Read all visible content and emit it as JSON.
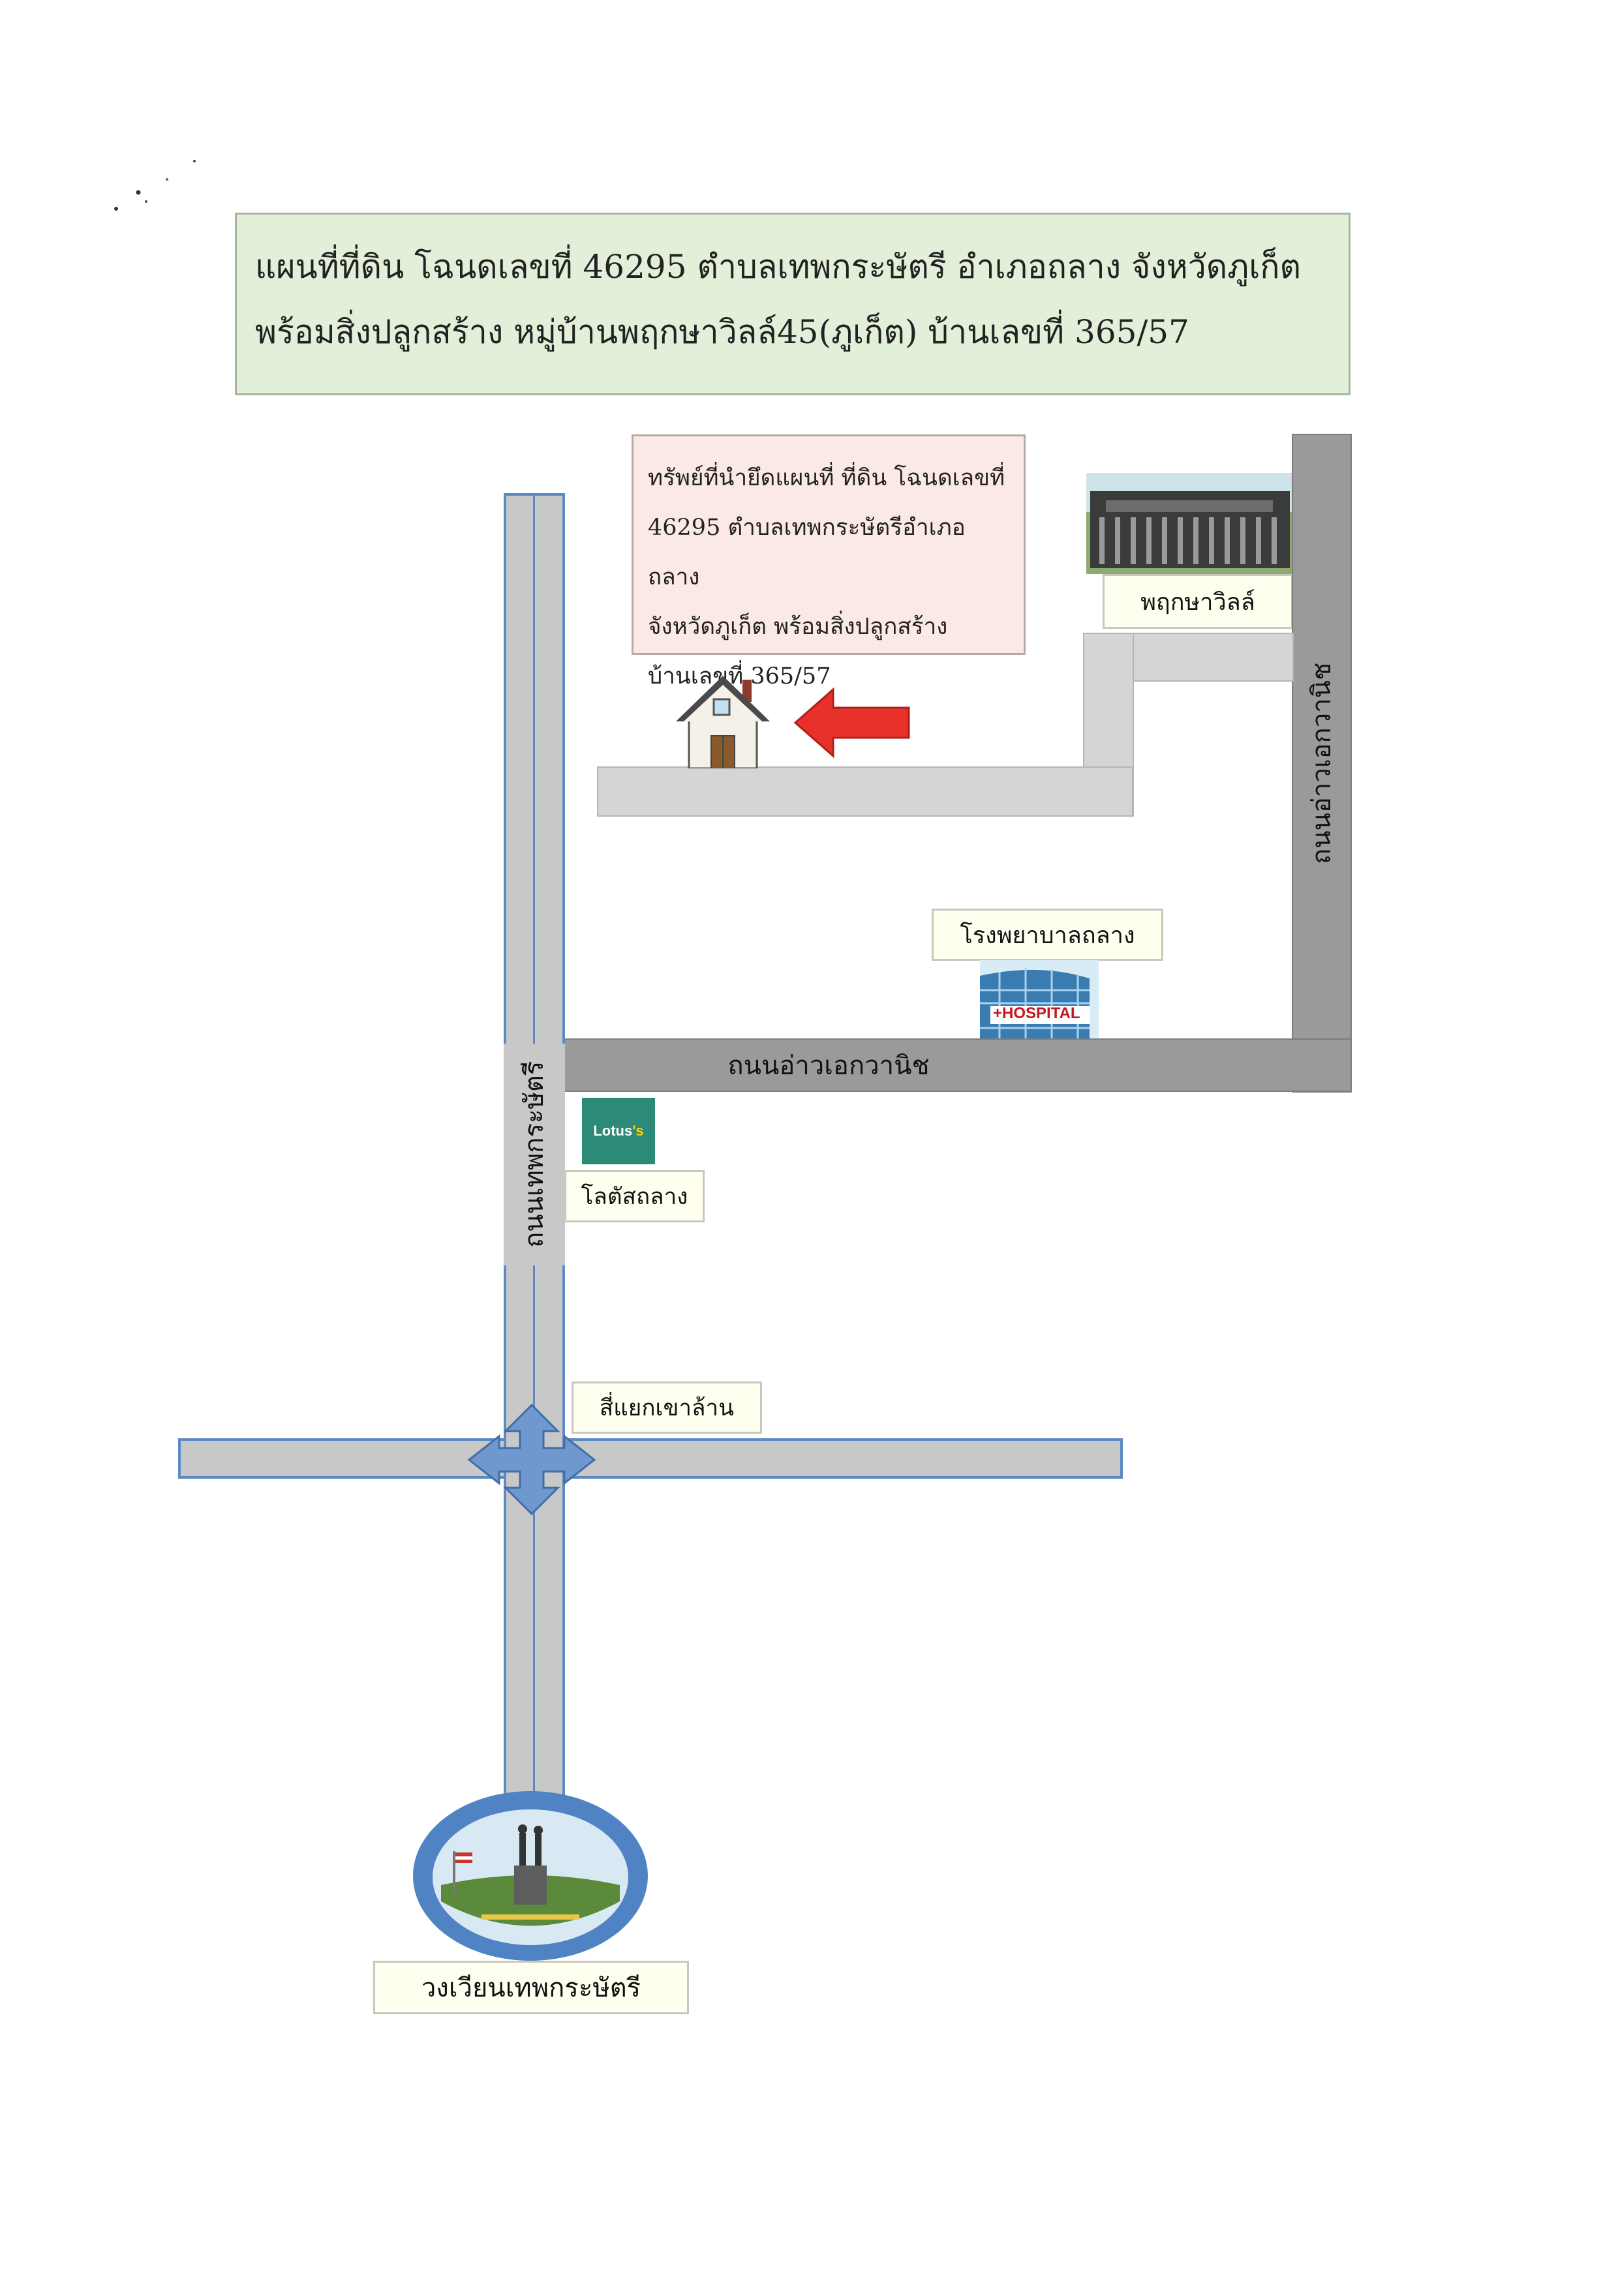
{
  "title": {
    "line1": "แผนที่ที่ดิน โฉนดเลขที่ 46295  ตำบลเทพกระษัตรี อำเภอถลาง จังหวัดภูเก็ต",
    "line2": "พร้อมสิ่งปลูกสร้าง หมู่บ้านพฤกษาวิลล์45(ภูเก็ต) บ้านเลขที่ 365/57"
  },
  "property_info": {
    "lines": [
      "ทรัพย์ที่นำยึดแผนที่ ที่ดิน โฉนดเลขที่",
      "46295 ตำบลเทพกระษัตรีอำเภอถลาง",
      "จังหวัดภูเก็ต พร้อมสิ่งปลูกสร้าง",
      "บ้านเลขที่ 365/57"
    ]
  },
  "labels": {
    "village": "พฤกษาวิลล์",
    "hospital": "โรงพยาบาลถลาง",
    "lotus_store": "โลตัสถลาง",
    "intersection": "สี่แยกเขาล้าน",
    "roundabout": "วงเวียนเทพกระษัตรี"
  },
  "roads": {
    "ao_ekawanit_h": "ถนนอ่าวเอกวานิช",
    "ao_ekawanit_v": "ถนนอ่าวเอกวานิช",
    "thepkrasattri": "ถนนเทพกระษัตรี"
  },
  "signs": {
    "hospital_sign": "+HOSPITAL",
    "lotus_logo": "Lotus",
    "lotus_logo_suffix": "'s"
  },
  "colors": {
    "title_bg": "#e2f0d9",
    "info_bg": "#fbe9e5",
    "road_light": "#d5d5d5",
    "road_dark": "#9a9a9a",
    "road_outline_blue": "#5d8ac0",
    "arrow_red": "#e8312a",
    "lotus_green": "#2e8a78"
  },
  "icons": {
    "house": "house-icon",
    "arrow": "red-arrow-left-icon",
    "crossroad": "four-way-arrow-icon",
    "hospital": "hospital-building-icon",
    "village": "village-building-icon",
    "roundabout": "monument-roundabout-icon"
  }
}
